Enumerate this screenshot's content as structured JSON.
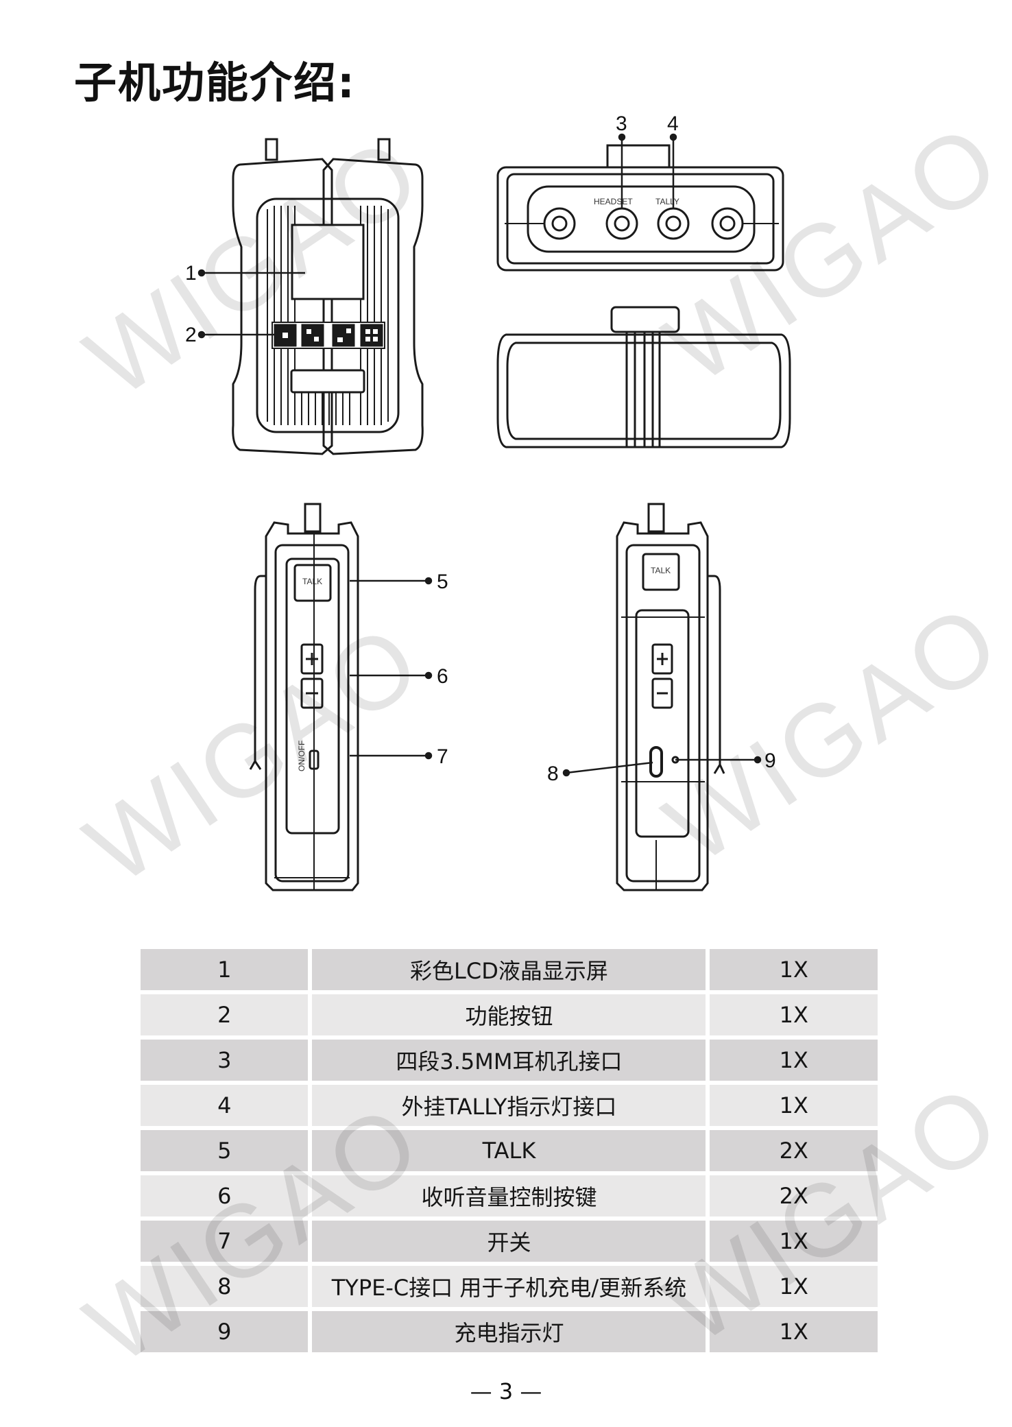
{
  "title": "子机功能介绍:",
  "figure": {
    "callouts": [
      "1",
      "2",
      "3",
      "4",
      "5",
      "6",
      "7",
      "8",
      "9"
    ],
    "jack_labels": {
      "headset": "HEADSET",
      "tally": "TALLY"
    },
    "button_label": "TALK",
    "switch_label": "ON/OFF"
  },
  "table": {
    "rows": [
      {
        "index": "1",
        "name": "彩色LCD液晶显示屏",
        "qty": "1X"
      },
      {
        "index": "2",
        "name": "功能按钮",
        "qty": "1X"
      },
      {
        "index": "3",
        "name": "四段3.5MM耳机孔接口",
        "qty": "1X"
      },
      {
        "index": "4",
        "name": "外挂TALLY指示灯接口",
        "qty": "1X"
      },
      {
        "index": "5",
        "name": "TALK",
        "qty": "2X"
      },
      {
        "index": "6",
        "name": "收听音量控制按键",
        "qty": "2X"
      },
      {
        "index": "7",
        "name": "开关",
        "qty": "1X"
      },
      {
        "index": "8",
        "name": "TYPE-C接口 用于子机充电/更新系统",
        "qty": "1X"
      },
      {
        "index": "9",
        "name": "充电指示灯",
        "qty": "1X"
      }
    ]
  },
  "watermark": "WIGAO",
  "page_number": "— 3 —"
}
